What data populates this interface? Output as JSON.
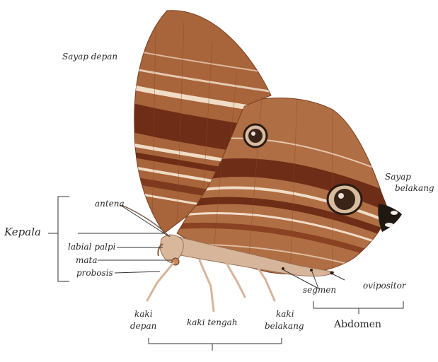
{
  "labels": {
    "forewing": "Sayap depan",
    "hindwing_line1": "Sayap",
    "hindwing_line2": "belakang",
    "head": "Kepala",
    "antenna": "antena",
    "labial_palpi": "labial palpi",
    "eye": "mata",
    "proboscis": "probosis",
    "foreleg_line1": "kaki",
    "foreleg_line2": "depan",
    "midleg": "kaki tengah",
    "hindleg_line1": "kaki",
    "hindleg_line2": "belakang",
    "segments": "segmen",
    "ovipositor": "ovipositor",
    "abdomen": "Abdomen"
  },
  "colors": {
    "wing_base": "#a8643a",
    "wing_dark_band": "#6e2d17",
    "wing_light_stripe": "#f1dcc6",
    "body": "#d7b59a",
    "leader_line": "#333333"
  }
}
